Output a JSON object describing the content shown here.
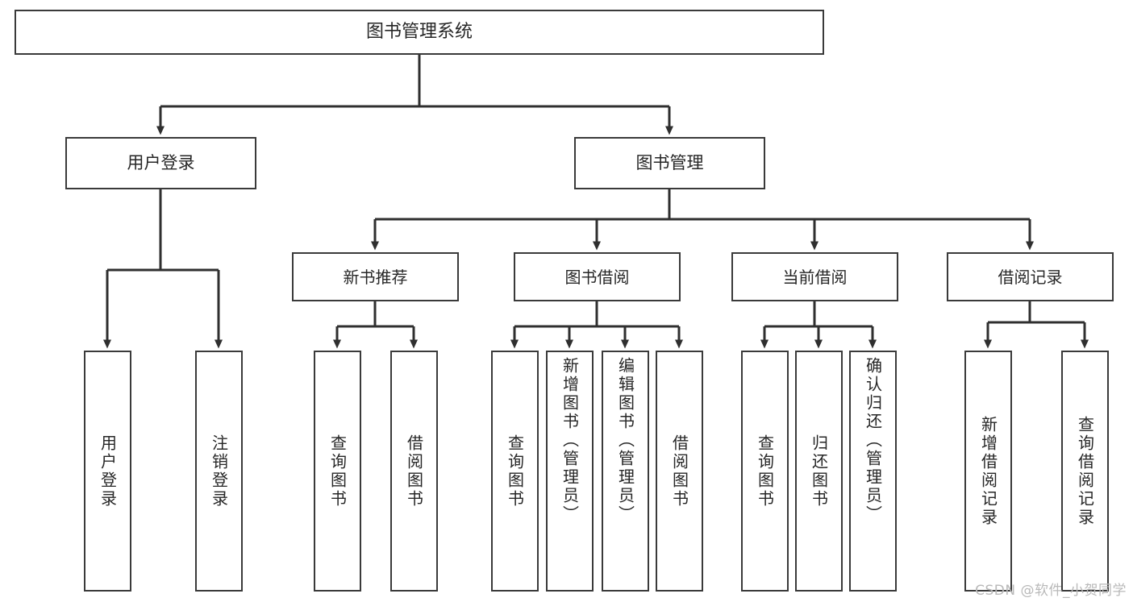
{
  "diagram": {
    "title": "图书管理系统",
    "type": "tree",
    "root": {
      "label": "图书管理系统"
    },
    "level2": [
      {
        "label": "用户登录"
      },
      {
        "label": "图书管理"
      }
    ],
    "level3": [
      {
        "label": "新书推荐"
      },
      {
        "label": "图书借阅"
      },
      {
        "label": "当前借阅"
      },
      {
        "label": "借阅记录"
      }
    ],
    "leaves": {
      "user_login": [
        {
          "label": "用户登录"
        },
        {
          "label": "注销登录"
        }
      ],
      "new_book_recommend": [
        {
          "label": "查询图书"
        },
        {
          "label": "借阅图书"
        }
      ],
      "book_borrow": [
        {
          "label": "查询图书"
        },
        {
          "label": "新增图书（管理员）"
        },
        {
          "label": "编辑图书（管理员）"
        },
        {
          "label": "借阅图书"
        }
      ],
      "current_borrow": [
        {
          "label": "查询图书"
        },
        {
          "label": "归还图书"
        },
        {
          "label": "确认归还（管理员）"
        }
      ],
      "borrow_record": [
        {
          "label": "新增借阅记录"
        },
        {
          "label": "查询借阅记录"
        }
      ]
    },
    "watermark": "CSDN @软件_小贺同学",
    "colors": {
      "border": "#3a3a3a",
      "text": "#262626",
      "background": "#ffffff",
      "watermark": "#b9b9b9"
    }
  }
}
